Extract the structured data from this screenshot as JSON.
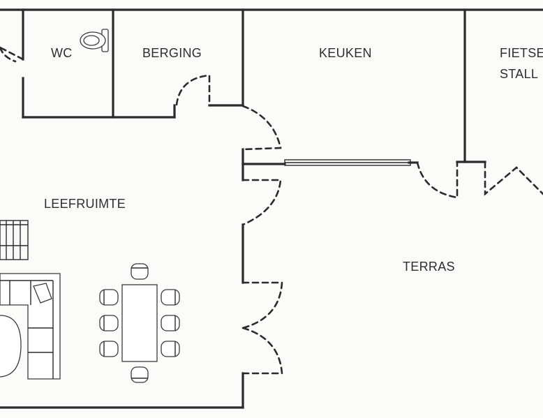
{
  "rooms": {
    "wc": "WC",
    "berging": "BERGING",
    "keuken": "KEUKEN",
    "fietsenstalling_line1": "FIETSE",
    "fietsenstalling_line2": "STALL",
    "leefruimte": "LEEFRUIMTE",
    "terras": "TERRAS"
  },
  "colors": {
    "walls": "#2b2b2b",
    "background": "#fbfbfa"
  }
}
